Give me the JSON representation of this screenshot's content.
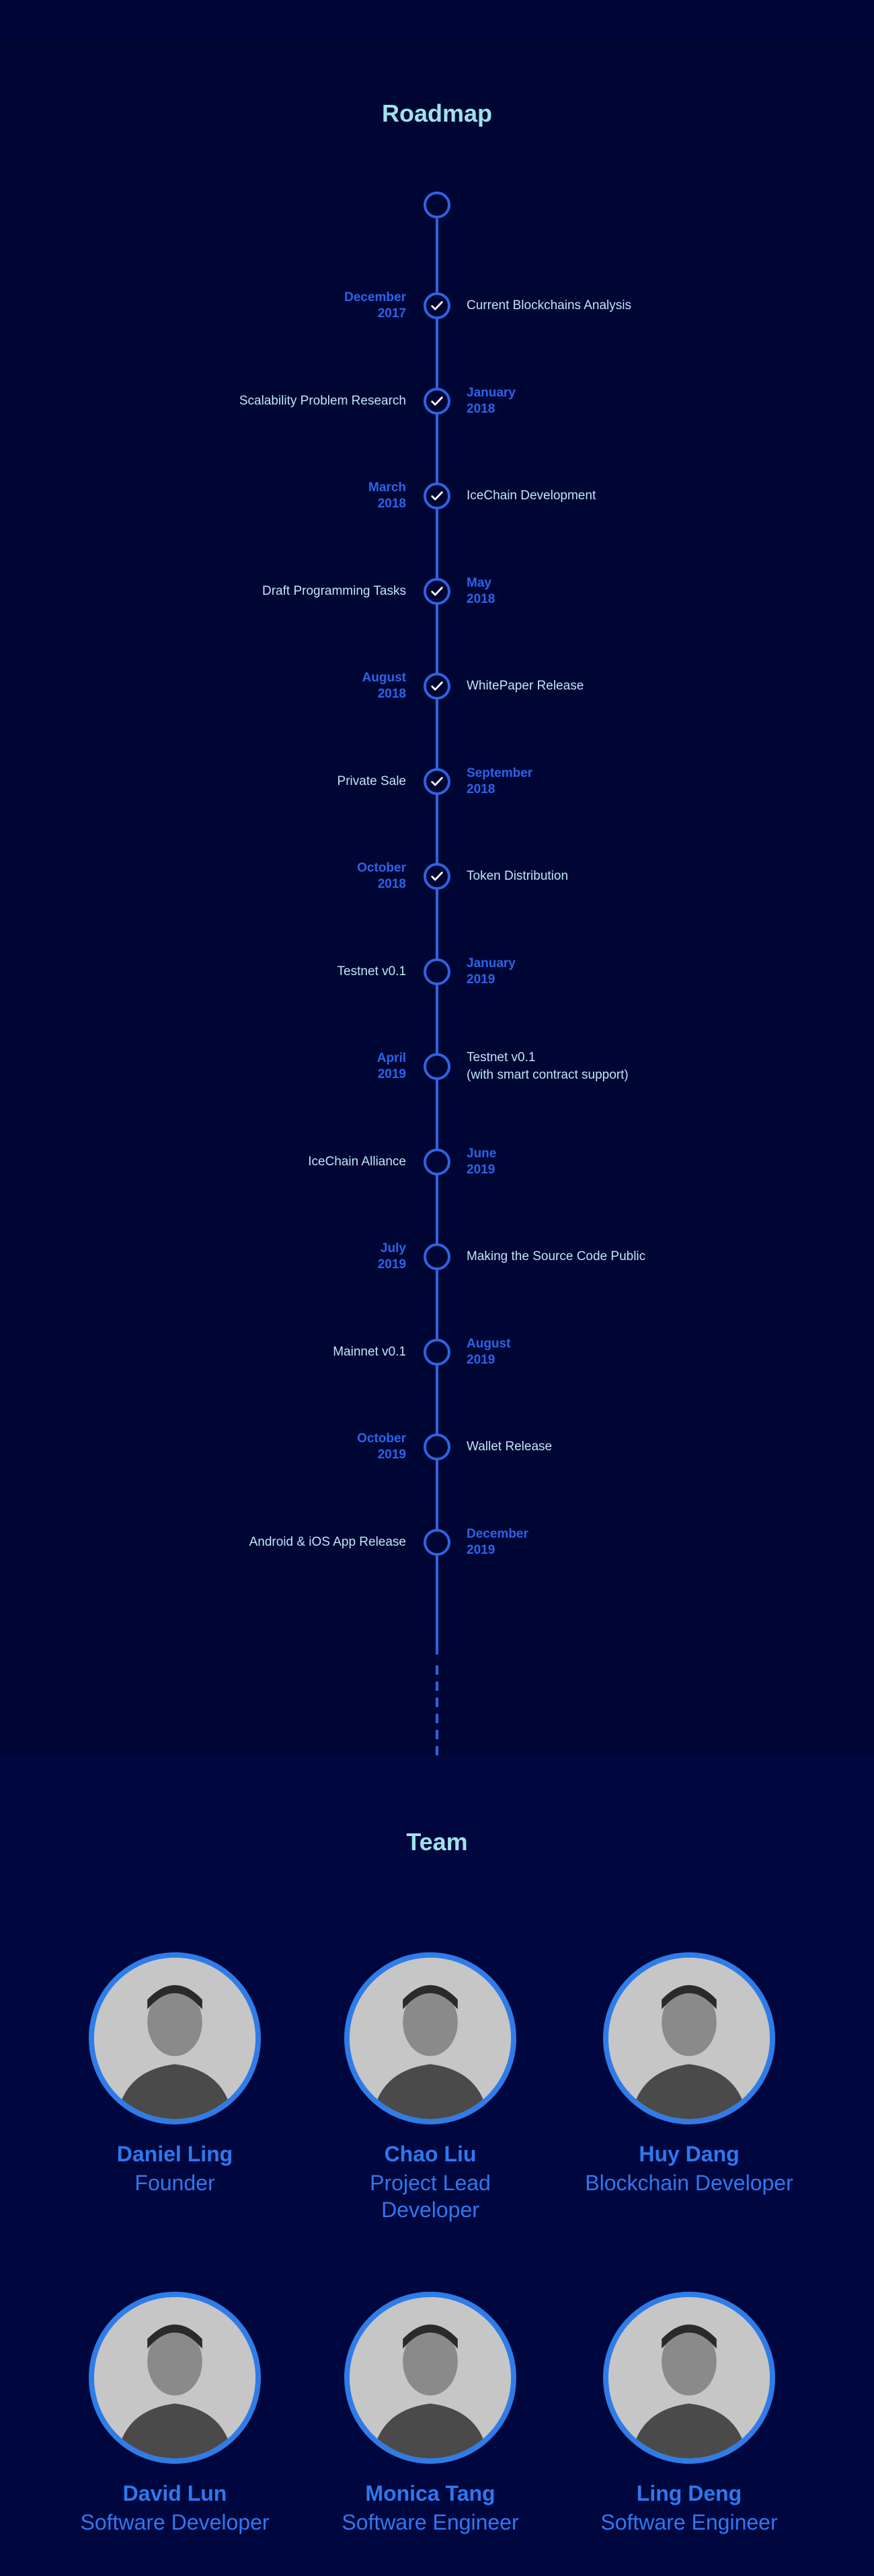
{
  "roadmap": {
    "title": "Roadmap",
    "milestones": [
      {
        "date_month": "December",
        "date_year": "2017",
        "label": "Current Blockchains Analysis",
        "date_side": "left",
        "done": true
      },
      {
        "date_month": "January",
        "date_year": "2018",
        "label": "Scalability Problem Research",
        "date_side": "right",
        "done": true
      },
      {
        "date_month": "March",
        "date_year": "2018",
        "label": "IceChain Development",
        "date_side": "left",
        "done": true
      },
      {
        "date_month": "May",
        "date_year": "2018",
        "label": "Draft Programming Tasks",
        "date_side": "right",
        "done": true
      },
      {
        "date_month": "August",
        "date_year": "2018",
        "label": "WhitePaper Release",
        "date_side": "left",
        "done": true
      },
      {
        "date_month": "September",
        "date_year": "2018",
        "label": "Private Sale",
        "date_side": "right",
        "done": true
      },
      {
        "date_month": "October",
        "date_year": "2018",
        "label": "Token Distribution",
        "date_side": "left",
        "done": true
      },
      {
        "date_month": "January",
        "date_year": "2019",
        "label": "Testnet v0.1",
        "date_side": "right",
        "done": false
      },
      {
        "date_month": "April",
        "date_year": "2019",
        "label": "Testnet v0.1",
        "label_line2": "(with smart contract support)",
        "date_side": "left",
        "done": false
      },
      {
        "date_month": "June",
        "date_year": "2019",
        "label": "IceChain Alliance",
        "date_side": "right",
        "done": false
      },
      {
        "date_month": "July",
        "date_year": "2019",
        "label": "Making the Source Code Public",
        "date_side": "left",
        "done": false
      },
      {
        "date_month": "August",
        "date_year": "2019",
        "label": "Mainnet v0.1",
        "date_side": "right",
        "done": false
      },
      {
        "date_month": "October",
        "date_year": "2019",
        "label": "Wallet Release",
        "date_side": "left",
        "done": false
      },
      {
        "date_month": "December",
        "date_year": "2019",
        "label": "Android & iOS App Release",
        "date_side": "right",
        "done": false
      }
    ]
  },
  "team": {
    "title": "Team",
    "members": [
      {
        "name": "Daniel Ling",
        "role": "Founder",
        "photo_icon": "portrait-photo"
      },
      {
        "name": "Chao Liu",
        "role": "Project Lead",
        "role_line2": "Developer",
        "photo_icon": "portrait-photo"
      },
      {
        "name": "Huy Dang",
        "role": "Blockchain Developer",
        "photo_icon": "portrait-photo"
      },
      {
        "name": "David Lun",
        "role": "Software Developer",
        "photo_icon": "portrait-photo"
      },
      {
        "name": "Monica Tang",
        "role": "Software Engineer",
        "photo_icon": "portrait-photo"
      },
      {
        "name": "Ling Deng",
        "role": "Software Engineer",
        "photo_icon": "portrait-photo"
      }
    ]
  },
  "colors": {
    "accent": "#2f63e0",
    "date_text": "#2c63ea",
    "heading": "#9fe2ec",
    "team_text": "#2e78ee"
  }
}
